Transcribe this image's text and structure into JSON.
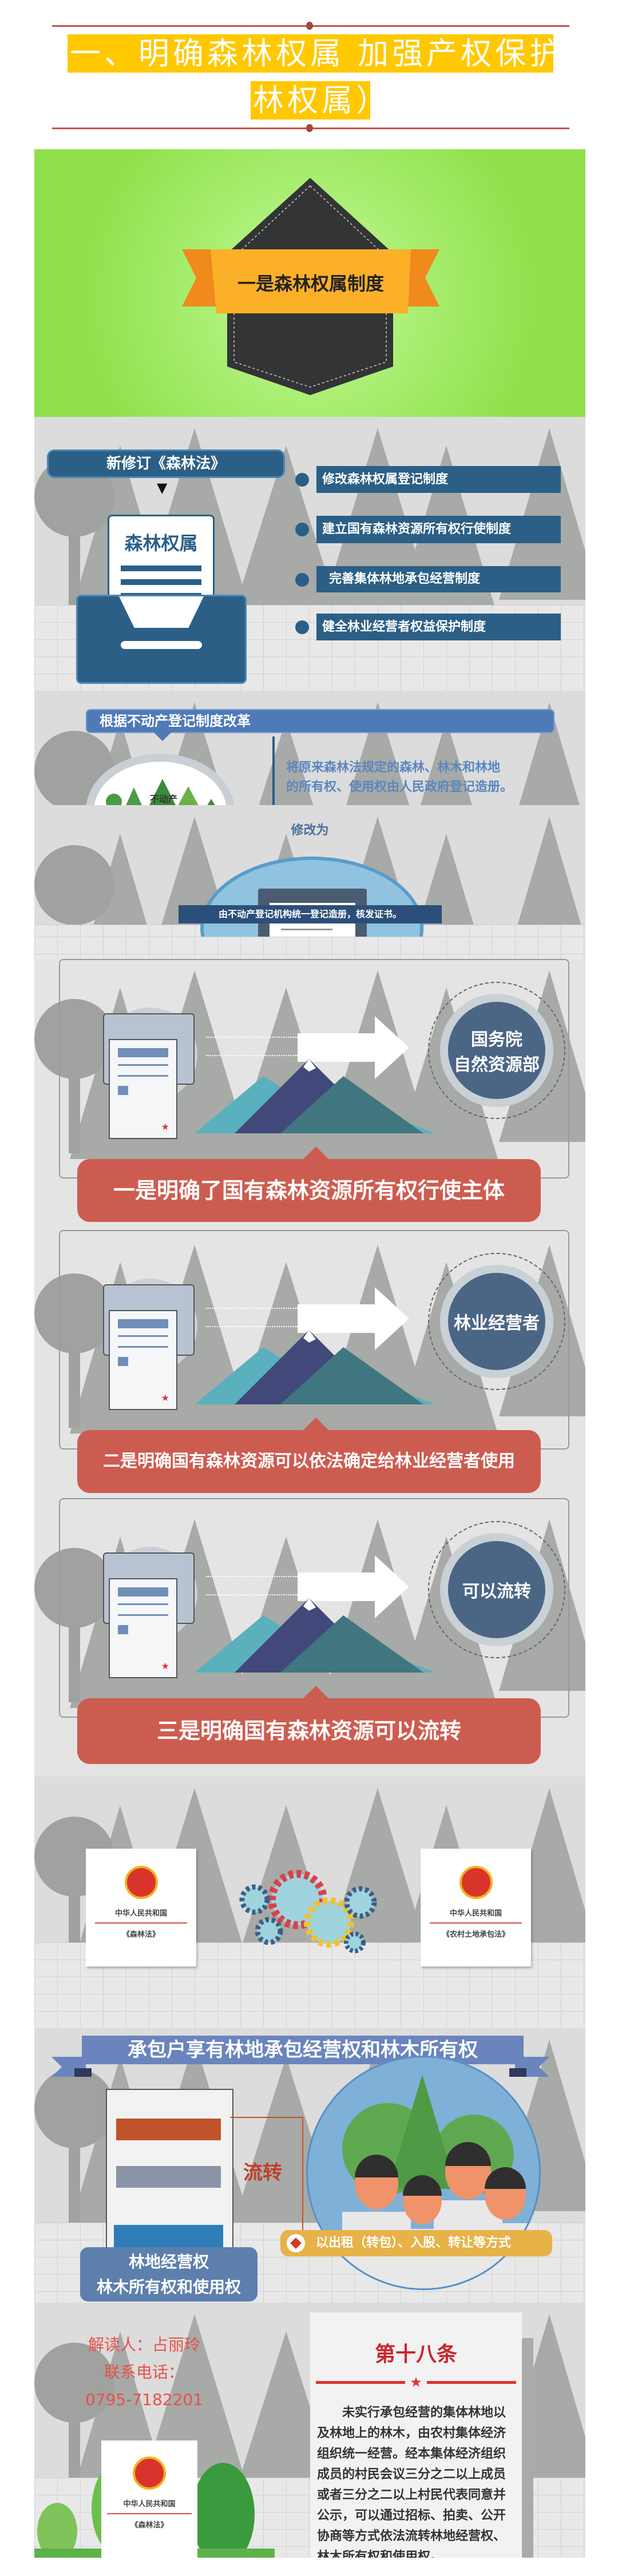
{
  "header": {
    "title_line1": "一、明确森林权属 加强产权保护（森",
    "title_line2": "林权属）"
  },
  "intro": {
    "badge": "一是森林权属制度"
  },
  "revision": {
    "heading": "新修订《森林法》",
    "folder_label": "森林权属",
    "items": [
      "修改森林权属登记制度",
      "建立国有森林资源所有权行使制度",
      "完善集体林地承包经营制度",
      "健全林业经营者权益保护制度"
    ]
  },
  "reform": {
    "banner": "根据不动产登记制度改革",
    "circle_label": "不动产",
    "text_line1": "将原来森林法规定的森林、林木和林地",
    "text_line2": "的所有权、使用权由人民政府登记造册。",
    "modify_label": "修改为",
    "result": "由不动产登记机构统一登记造册，核发证书。"
  },
  "points": [
    {
      "circle": [
        "国务院",
        "自然资源部"
      ],
      "label": "一是明确了国有森林资源所有权行使主体"
    },
    {
      "circle": [
        "林业经营者"
      ],
      "label": "二是明确国有森林资源可以依法确定给林业经营者使用"
    },
    {
      "circle": [
        "可以流转"
      ],
      "label": "三是明确国有森林资源可以流转"
    }
  ],
  "laws": [
    {
      "country": "中华人民共和国",
      "name": "《森林法》"
    },
    {
      "country": "中华人民共和国",
      "name": "《农村土地承包法》"
    }
  ],
  "contract": {
    "banner": "承包户享有林地承包经营权和林木所有权",
    "flow_label": "流转",
    "methods": "以出租（转包）、入股、转让等方式",
    "rights_line1": "林地经营权",
    "rights_line2": "林木所有权和使用权"
  },
  "footer": {
    "interpreter": "解读人：占丽玲",
    "phone_label": "联系电话：",
    "phone": "0795-7182201",
    "book_country": "中华人民共和国",
    "book_name": "《森林法》",
    "article_title": "第十八条",
    "article_text": "未实行承包经营的集体林地以及林地上的林木，由农村集体经济组织统一经营。经本集体经济组织成员的村民会议三分之二以上成员或者三分之二以上村民代表同意并公示，可以通过招标、拍卖、公开协商等方式依法流转林地经营权、林木所有权和使用权。"
  },
  "colors": {
    "title_band": "#ffc800",
    "red": "#cd5c50",
    "navy": "#2b5f86",
    "green": "#8fe04a"
  }
}
